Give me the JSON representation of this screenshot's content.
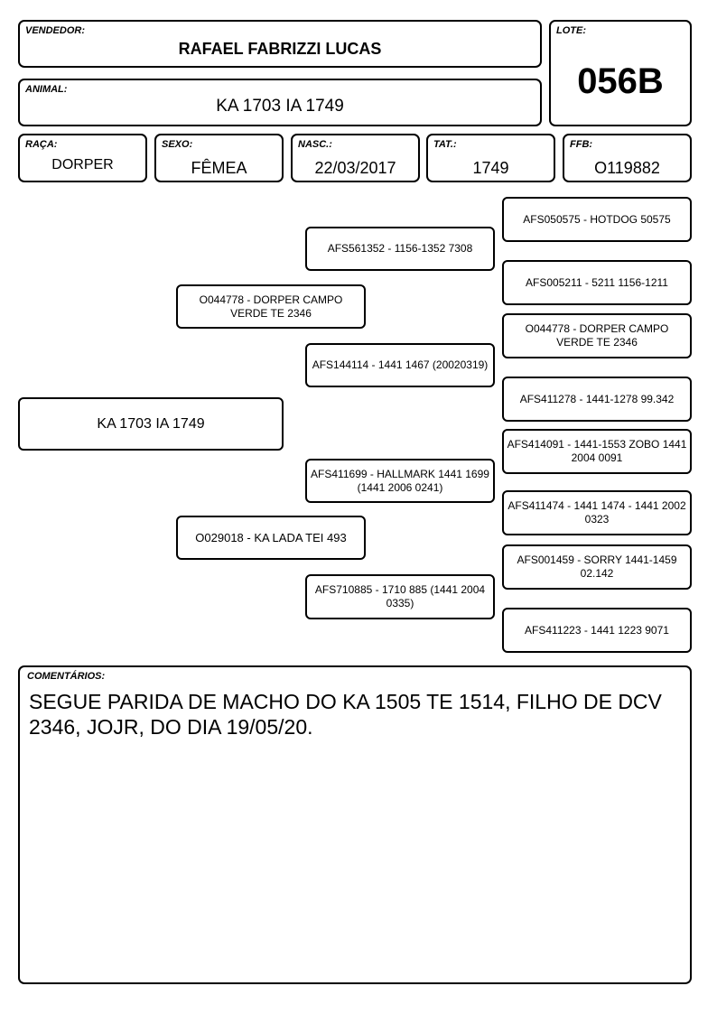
{
  "header": {
    "vendedor_label": "VENDEDOR:",
    "vendedor": "RAFAEL FABRIZZI LUCAS",
    "lote_label": "LOTE:",
    "lote": "056B",
    "animal_label": "ANIMAL:",
    "animal": "KA 1703 IA 1749"
  },
  "info": {
    "raca_label": "RAÇA:",
    "raca": "DORPER",
    "sexo_label": "SEXO:",
    "sexo": "FÊMEA",
    "nasc_label": "NASC.:",
    "nasc": "22/03/2017",
    "tat_label": "TAT.:",
    "tat": "1749",
    "ffb_label": "FFB:",
    "ffb": "O119882"
  },
  "pedigree": {
    "animal": "KA 1703 IA 1749",
    "sire": "O044778 - DORPER CAMPO VERDE TE 2346",
    "dam": "O029018 - KA LADA TEI 493",
    "sire_sire": "AFS561352 - 1156-1352 7308",
    "sire_dam": "AFS144114 - 1441 1467 (20020319)",
    "dam_sire": "AFS411699 - HALLMARK 1441 1699 (1441 2006 0241)",
    "dam_dam": "AFS710885 - 1710 885 (1441 2004 0335)",
    "ggp": [
      "AFS050575 - HOTDOG 50575",
      "AFS005211 - 5211 1156-1211",
      "O044778 - DORPER CAMPO VERDE TE 2346",
      "AFS411278 - 1441-1278 99.342",
      "AFS414091 - 1441-1553 ZOBO 1441 2004 0091",
      "AFS411474 - 1441 1474 - 1441 2002 0323",
      "AFS001459 - SORRY 1441-1459 02.142",
      "AFS411223 - 1441 1223 9071"
    ]
  },
  "comments": {
    "label": "COMENTÁRIOS:",
    "text": "SEGUE PARIDA DE MACHO DO KA 1505 TE 1514, FILHO DE DCV 2346, JOJR, DO DIA 19/05/20."
  }
}
